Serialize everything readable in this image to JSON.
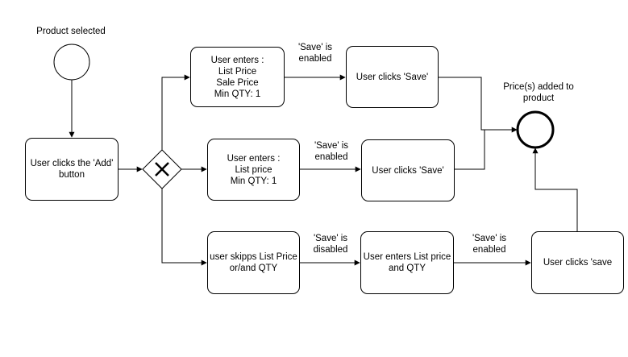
{
  "start_event": {
    "label": "Product selected"
  },
  "end_event": {
    "label": "Price(s) added to product"
  },
  "tasks": {
    "add_button": "User clicks the 'Add' button",
    "enter_list_sale": "User enters :\nList Price\nSale Price\nMin QTY: 1",
    "enter_list_min": "User enters :\nList price\nMin QTY: 1",
    "skip_list": "user skipps List Price or/and QTY",
    "click_save_top": "User clicks 'Save'",
    "click_save_middle": "User clicks 'Save'",
    "enter_list_qty": "User enters List price and QTY",
    "click_save_bottom": "User clicks 'save"
  },
  "edge_labels": {
    "top": "'Save' is enabled",
    "middle": "'Save' is enabled",
    "bottom_disabled": "'Save' is disabled",
    "bottom_enabled": "'Save' is enabled"
  },
  "gateway": {
    "type": "exclusive",
    "symbol": "X"
  }
}
